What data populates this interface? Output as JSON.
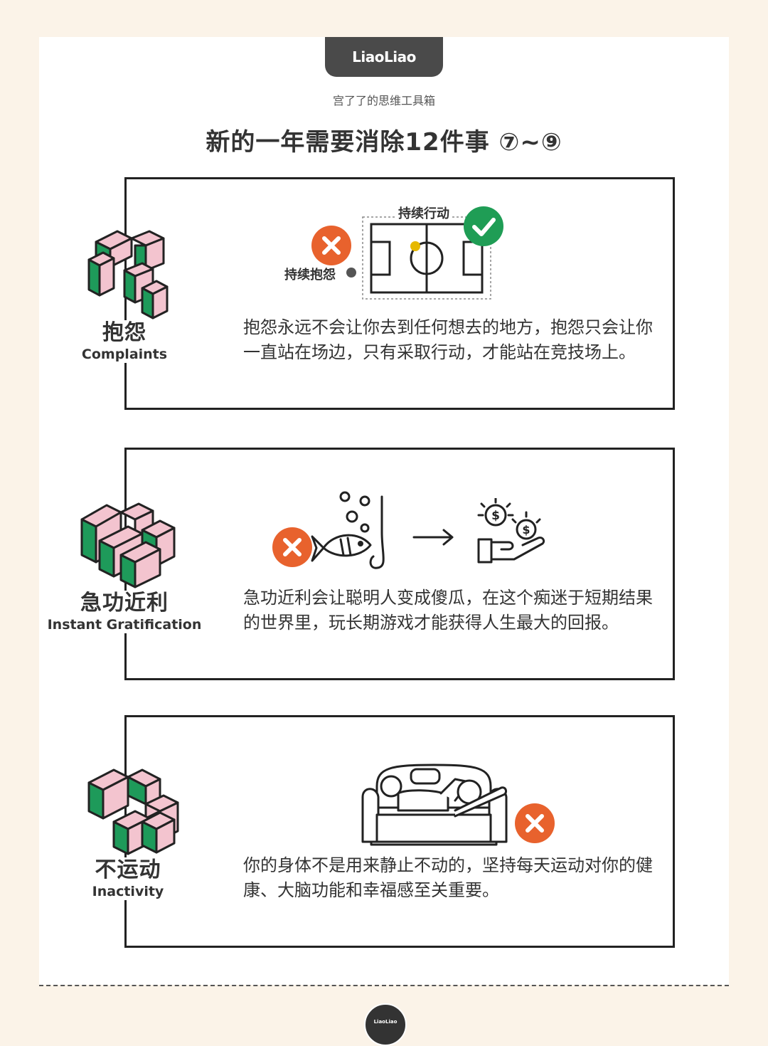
{
  "header": {
    "logo": "LiaoLiao",
    "subtitle": "宫了了的思维工具箱",
    "title": "新的一年需要消除12件事 ⑦~⑨"
  },
  "cards": [
    {
      "title_zh": "抱怨",
      "title_en": "Complaints",
      "label_good": "持续行动",
      "label_bad": "持续抱怨",
      "text": "抱怨永远不会让你去到任何想去的地方，抱怨只会让你一直站在场边，只有采取行动，才能站在竞技场上。"
    },
    {
      "title_zh": "急功近利",
      "title_en": "Instant Gratification",
      "text": "急功近利会让聪明人变成傻瓜，在这个痴迷于短期结果的世界里，玩长期游戏才能获得人生最大的回报。"
    },
    {
      "title_zh": "不运动",
      "title_en": "Inactivity",
      "text": "你的身体不是用来静止不动的，坚持每天运动对你的健康、大脑功能和幸福感至关重要。"
    }
  ],
  "footer": {
    "badge": "LiaoLiao"
  },
  "colors": {
    "background": "#fbf3e8",
    "accent_orange": "#e8622d",
    "accent_green": "#1f9d55",
    "block_pink": "#f3c4cf",
    "block_green": "#1e9a5a",
    "dark": "#4a4a4a",
    "gold": "#e6b800"
  }
}
